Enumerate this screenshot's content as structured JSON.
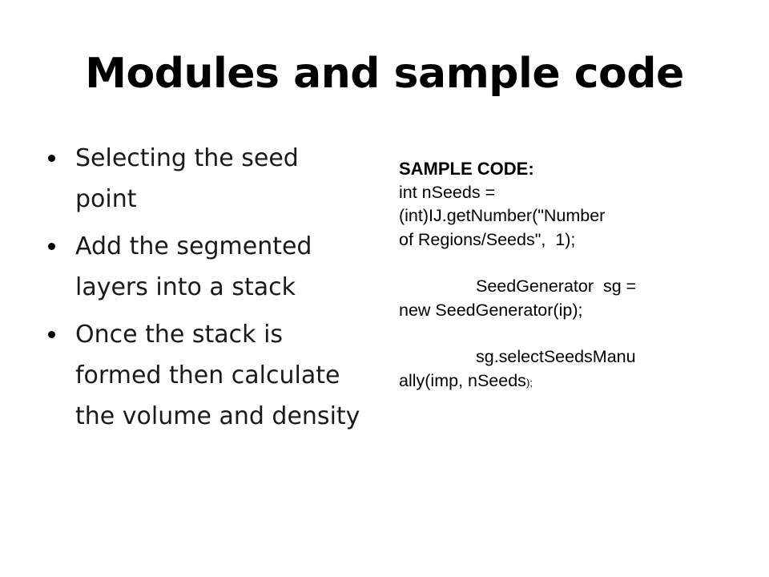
{
  "slide": {
    "title": "Modules and sample code",
    "bullets": [
      "Selecting the seed point",
      "Add the segmented layers into a stack",
      "Once the stack is formed then calculate the volume and density"
    ]
  },
  "code": {
    "heading": "SAMPLE CODE:",
    "line1": "int nSeeds =",
    "line2": "(int)IJ.getNumber(\"Number",
    "line3": "of Regions/Seeds\",  1);",
    "line4": "SeedGenerator  sg =",
    "line5": "new SeedGenerator(ip);",
    "line6": "sg.selectSeedsManu",
    "line7_main": "ally(imp, nSeeds",
    "line7_tail": ");"
  }
}
